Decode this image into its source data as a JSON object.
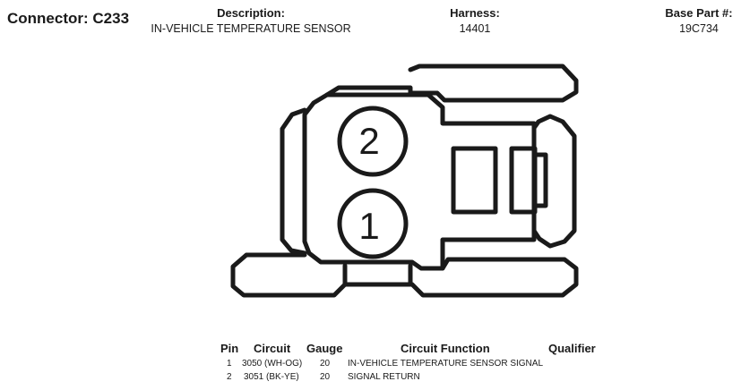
{
  "header": {
    "connector_title": "Connector: C233",
    "description_label": "Description:",
    "description_value": "IN-VEHICLE TEMPERATURE SENSOR",
    "harness_label": "Harness:",
    "harness_value": "14401",
    "base_part_label": "Base Part #:",
    "base_part_value": "19C734"
  },
  "diagram": {
    "pin_labels": [
      "2",
      "1"
    ],
    "stroke_color": "#1a1a1a"
  },
  "pin_table": {
    "headers": {
      "pin": "Pin",
      "circuit": "Circuit",
      "gauge": "Gauge",
      "circuit_function": "Circuit Function",
      "qualifier": "Qualifier"
    },
    "rows": [
      {
        "pin": "1",
        "circuit": "3050 (WH-OG)",
        "gauge": "20",
        "function": "IN-VEHICLE TEMPERATURE SENSOR SIGNAL",
        "qualifier": ""
      },
      {
        "pin": "2",
        "circuit": "3051 (BK-YE)",
        "gauge": "20",
        "function": "SIGNAL RETURN",
        "qualifier": ""
      }
    ]
  }
}
